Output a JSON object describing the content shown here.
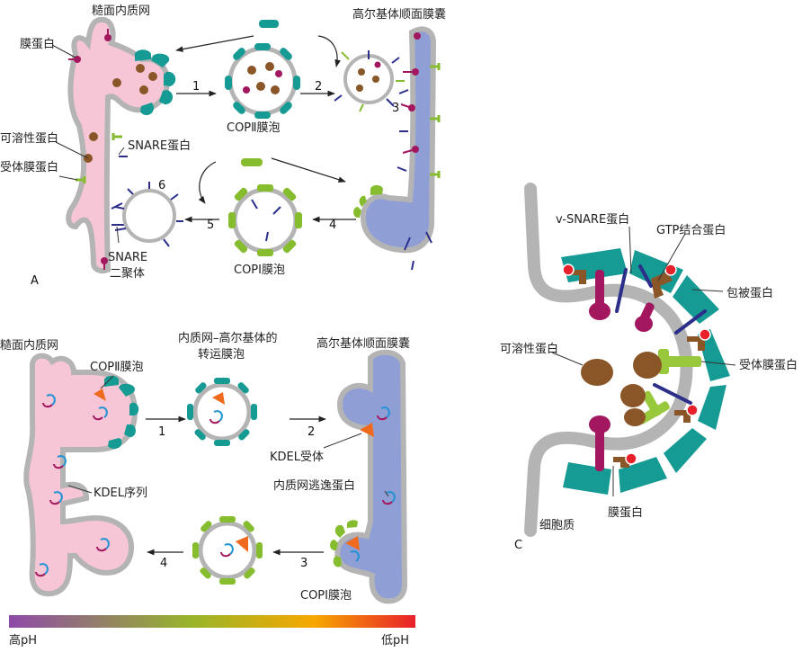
{
  "panel_a": {
    "letter": "A",
    "rer": "糙面内质网",
    "golgi": "高尔基体顺面膜囊",
    "membrane_protein": "膜蛋白",
    "soluble_protein": "可溶性蛋白",
    "receptor_protein": "受体膜蛋白",
    "snare_protein": "SNARE蛋白",
    "copii": "COPⅡ膜泡",
    "copi": "COPⅠ膜泡",
    "snare_dimer_1": "SNARE",
    "snare_dimer_2": "二聚体",
    "steps": [
      "1",
      "2",
      "3",
      "4",
      "5",
      "6"
    ]
  },
  "panel_b": {
    "rer": "糙面内质网",
    "copii": "COPⅡ膜泡",
    "transport_1": "内质网–高尔基体的",
    "transport_2": "转运膜泡",
    "golgi": "高尔基体顺面膜囊",
    "kdel_receptor": "KDEL受体",
    "kdel_seq": "KDEL序列",
    "escape_protein": "内质网逃逸蛋白",
    "copi": "COPⅠ膜泡",
    "steps": [
      "1",
      "2",
      "3",
      "4"
    ]
  },
  "ph_bar": {
    "low_label": "高pH",
    "high_label": "低pH",
    "colors": [
      "#8e4aa8",
      "#98b52a",
      "#f7a800",
      "#e8202a"
    ]
  },
  "panel_c": {
    "letter": "C",
    "v_snare": "v-SNARE蛋白",
    "gtp": "GTP结合蛋白",
    "coat": "包被蛋白",
    "soluble": "可溶性蛋白",
    "receptor": "受体膜蛋白",
    "membrane_protein": "膜蛋白",
    "cytoplasm": "细胞质"
  },
  "colors": {
    "er_pink": "#f7c6d6",
    "golgi_blue": "#8f9fd6",
    "copii_teal": "#159a94",
    "copi_green": "#86bd2e",
    "protein_brown": "#8a5628",
    "membrane_protein": "#a3175f",
    "snare_navy": "#2b2f8a",
    "membrane_gray": "#b4b4b4"
  }
}
